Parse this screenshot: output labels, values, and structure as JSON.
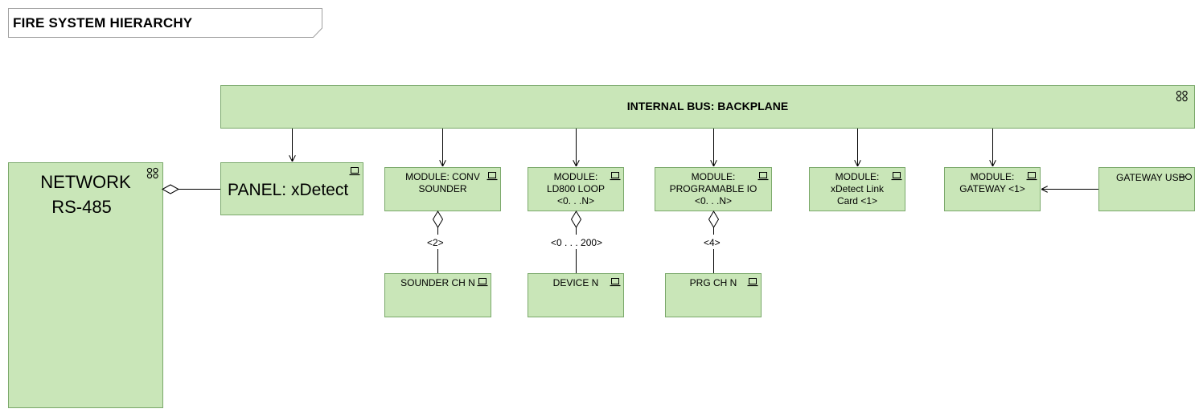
{
  "diagram": {
    "title": "FIRE SYSTEM HIERARCHY",
    "colors": {
      "fill": "#c9e6b8",
      "border": "#7aa86a",
      "line": "#000000"
    },
    "nodes": {
      "bus": {
        "lines": [
          "INTERNAL BUS: BACKPLANE"
        ],
        "icon": "node-icon"
      },
      "network": {
        "lines": [
          "NETWORK",
          "RS-485"
        ],
        "icon": "node-icon"
      },
      "panel": {
        "lines": [
          "PANEL: xDetect"
        ],
        "icon": "device-icon"
      },
      "conv_sounder": {
        "lines": [
          "MODULE: CONV",
          "SOUNDER"
        ],
        "icon": "device-icon"
      },
      "ld800": {
        "lines": [
          "MODULE:",
          "LD800 LOOP",
          "<0. . .N>"
        ],
        "icon": "device-icon"
      },
      "prog_io": {
        "lines": [
          "MODULE:",
          "PROGRAMABLE IO",
          "<0. . .N>"
        ],
        "icon": "device-icon"
      },
      "xdetect_link": {
        "lines": [
          "MODULE:",
          "xDetect Link",
          "Card <1>"
        ],
        "icon": "device-icon"
      },
      "gateway": {
        "lines": [
          "MODULE:",
          "GATEWAY <1>"
        ],
        "icon": "device-icon"
      },
      "gateway_usb": {
        "lines": [
          "GATEWAY USB"
        ],
        "icon": "interface-icon"
      },
      "sounder_ch": {
        "lines": [
          "SOUNDER CH N"
        ],
        "icon": "device-icon"
      },
      "device": {
        "lines": [
          "DEVICE N"
        ],
        "icon": "device-icon"
      },
      "prg_ch": {
        "lines": [
          "PRG CH N"
        ],
        "icon": "device-icon"
      }
    },
    "multiplicities": {
      "sounder": "<2>",
      "device": "<0 . . . 200>",
      "prg": "<4>"
    }
  }
}
